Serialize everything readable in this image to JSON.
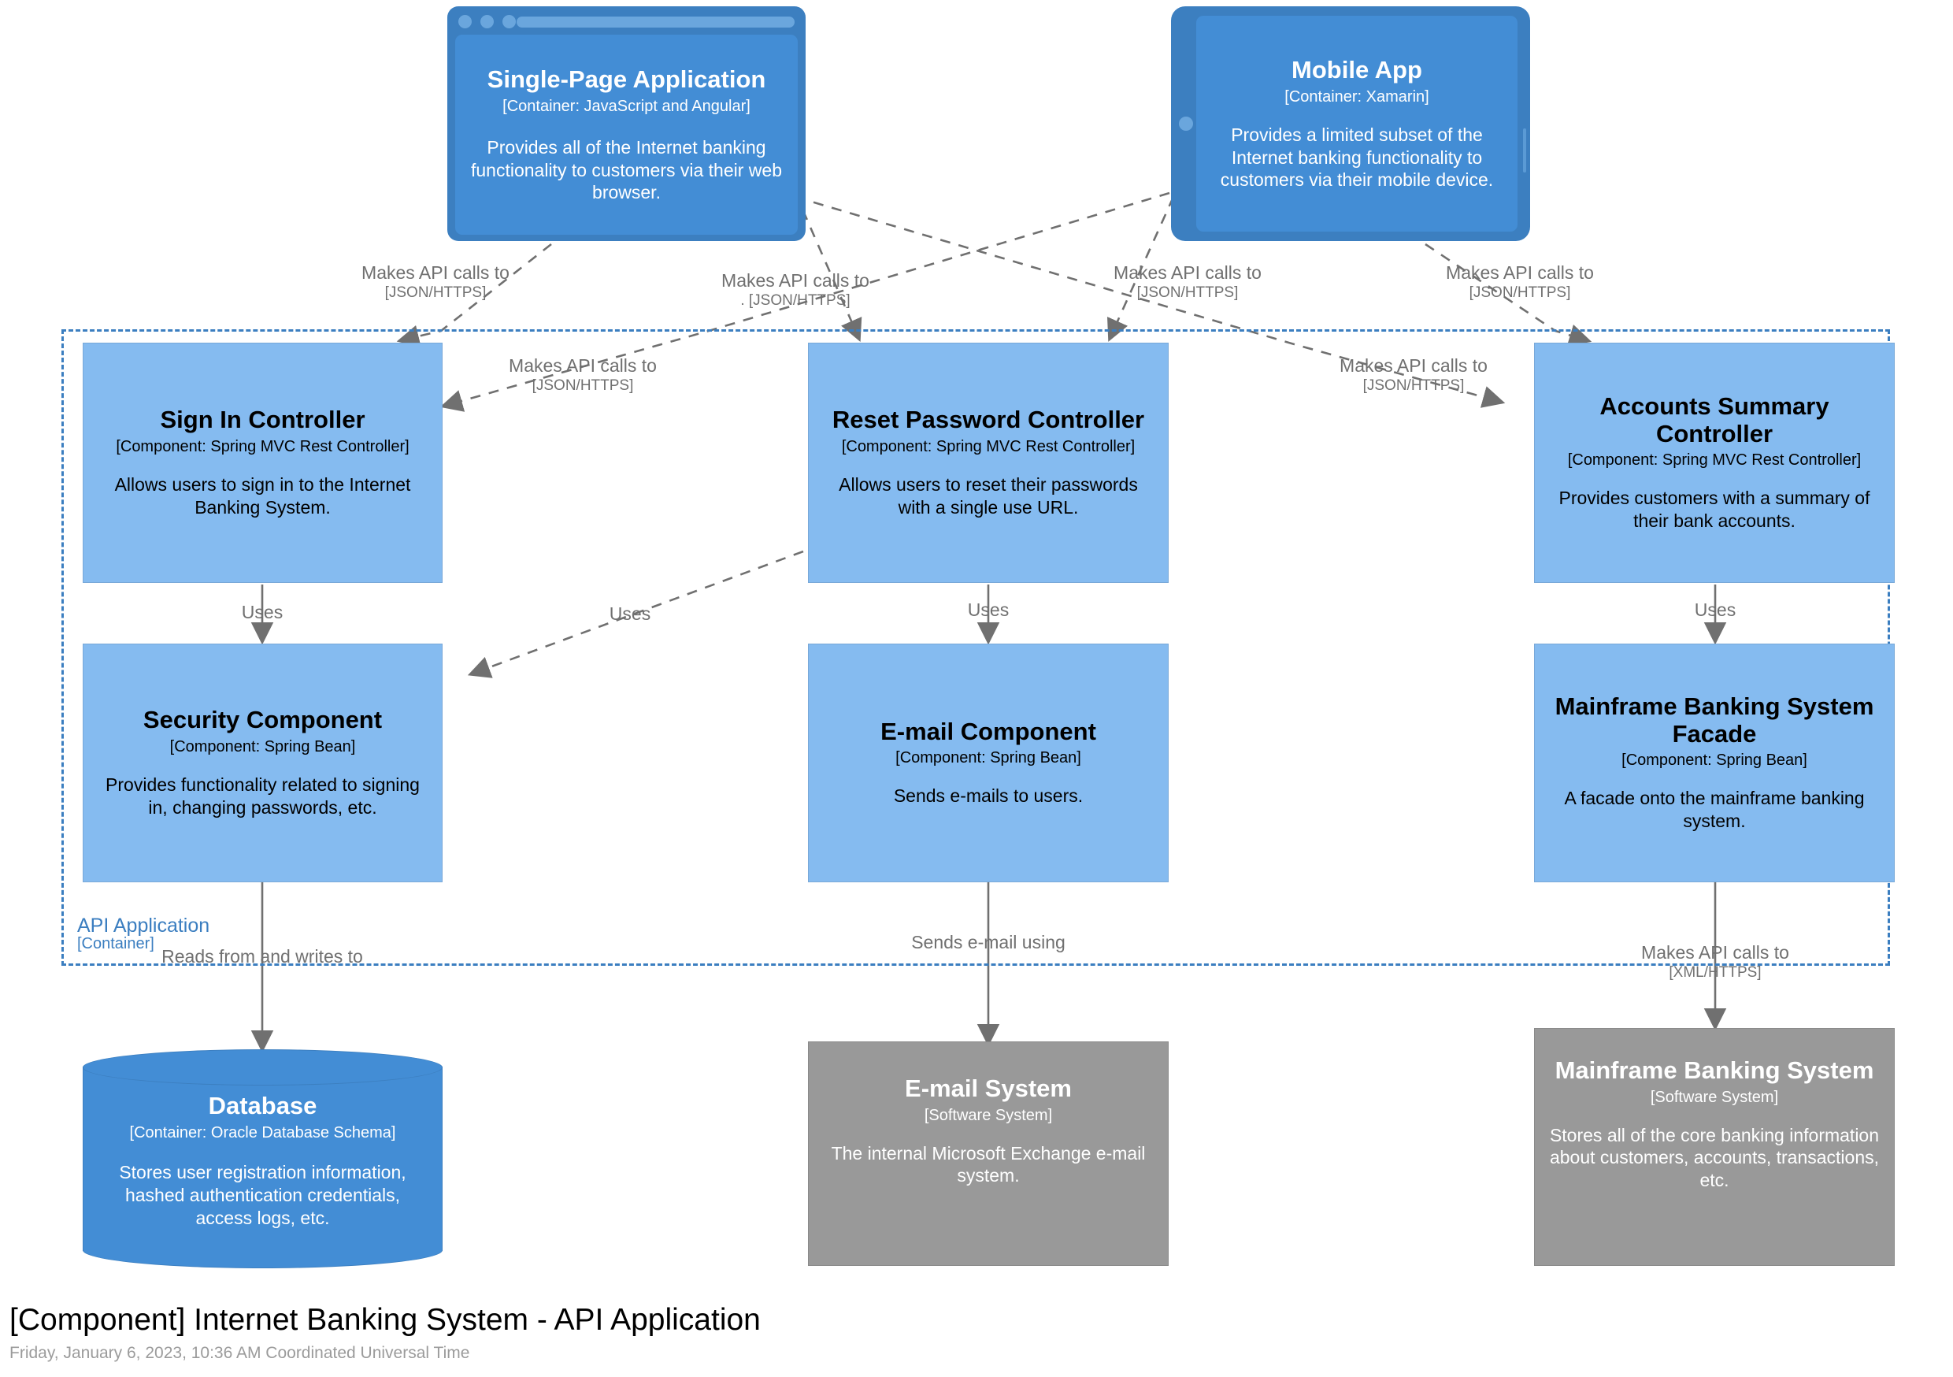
{
  "diagram": {
    "title": "[Component] Internet Banking System - API Application",
    "subtitle": "Friday, January 6, 2023, 10:36 AM Coordinated Universal Time",
    "colors": {
      "container": "#438dd5",
      "component": "#85bbf0",
      "external_system": "#999999",
      "boundary": "#3b7ec0",
      "edge": "#707070"
    }
  },
  "boundary": {
    "name": "API Application",
    "tech": "[Container]"
  },
  "nodes": {
    "spa": {
      "name": "Single-Page Application",
      "tech": "[Container: JavaScript and Angular]",
      "description": "Provides all of the Internet banking functionality to customers via their web browser."
    },
    "mobile": {
      "name": "Mobile App",
      "tech": "[Container: Xamarin]",
      "description": "Provides a limited subset of the Internet banking functionality to customers via their mobile device."
    },
    "signin": {
      "name": "Sign In Controller",
      "tech": "[Component: Spring MVC Rest Controller]",
      "description": "Allows users to sign in to the Internet Banking System."
    },
    "reset": {
      "name": "Reset Password Controller",
      "tech": "[Component: Spring MVC Rest Controller]",
      "description": "Allows users to reset their passwords with a single use URL."
    },
    "accounts": {
      "name": "Accounts Summary Controller",
      "tech": "[Component: Spring MVC Rest Controller]",
      "description": "Provides customers with a summary of their bank accounts."
    },
    "security": {
      "name": "Security Component",
      "tech": "[Component: Spring Bean]",
      "description": "Provides functionality related to signing in, changing passwords, etc."
    },
    "emailcomp": {
      "name": "E-mail Component",
      "tech": "[Component: Spring Bean]",
      "description": "Sends e-mails to users."
    },
    "facade": {
      "name": "Mainframe Banking System Facade",
      "tech": "[Component: Spring Bean]",
      "description": "A facade onto the mainframe banking system."
    },
    "database": {
      "name": "Database",
      "tech": "[Container: Oracle Database Schema]",
      "description": "Stores user registration information, hashed authentication credentials, access logs, etc."
    },
    "emailsys": {
      "name": "E-mail System",
      "tech": "[Software System]",
      "description": "The internal Microsoft Exchange e-mail system."
    },
    "mainframe": {
      "name": "Mainframe Banking System",
      "tech": "[Software System]",
      "description": "Stores all of the core banking information about customers, accounts, transactions, etc."
    }
  },
  "edges": [
    {
      "id": "spa-signin",
      "from": "spa",
      "to": "signin",
      "description": "Makes API calls to",
      "tech": "[JSON/HTTPS]"
    },
    {
      "id": "spa-reset",
      "from": "spa",
      "to": "reset",
      "description": "Makes API calls to",
      "tech": ".  [JSON/HTTPS]"
    },
    {
      "id": "mob-reset",
      "from": "mobile",
      "to": "reset",
      "description": "Makes API calls to",
      "tech": "[JSON/HTTPS]"
    },
    {
      "id": "mob-accounts",
      "from": "mobile",
      "to": "accounts",
      "description": "Makes API calls to",
      "tech": "[JSON/HTTPS]"
    },
    {
      "id": "mob-signin",
      "from": "mobile",
      "to": "signin",
      "description": "Makes API calls to",
      "tech": "[JSON/HTTPS]"
    },
    {
      "id": "spa-accounts",
      "from": "spa",
      "to": "accounts",
      "description": "Makes API calls to",
      "tech": "[JSON/HTTPS]"
    },
    {
      "id": "signin-security",
      "from": "signin",
      "to": "security",
      "description": "Uses",
      "tech": ""
    },
    {
      "id": "reset-security",
      "from": "reset",
      "to": "security",
      "description": "Uses",
      "tech": ""
    },
    {
      "id": "reset-email",
      "from": "reset",
      "to": "emailcomp",
      "description": "Uses",
      "tech": ""
    },
    {
      "id": "accounts-facade",
      "from": "accounts",
      "to": "facade",
      "description": "Uses",
      "tech": ""
    },
    {
      "id": "security-db",
      "from": "security",
      "to": "database",
      "description": "Reads from and writes to",
      "tech": ""
    },
    {
      "id": "email-emailsys",
      "from": "emailcomp",
      "to": "emailsys",
      "description": "Sends e-mail using",
      "tech": ""
    },
    {
      "id": "facade-mainframe",
      "from": "facade",
      "to": "mainframe",
      "description": "Makes API calls to",
      "tech": "[XML/HTTPS]"
    }
  ]
}
